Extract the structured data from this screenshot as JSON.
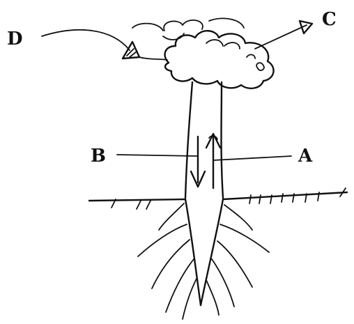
{
  "labels": {
    "A": "A",
    "B": "B",
    "C": "C",
    "D": "D"
  },
  "colors": {
    "ink": "#111111",
    "background": "#ffffff"
  }
}
